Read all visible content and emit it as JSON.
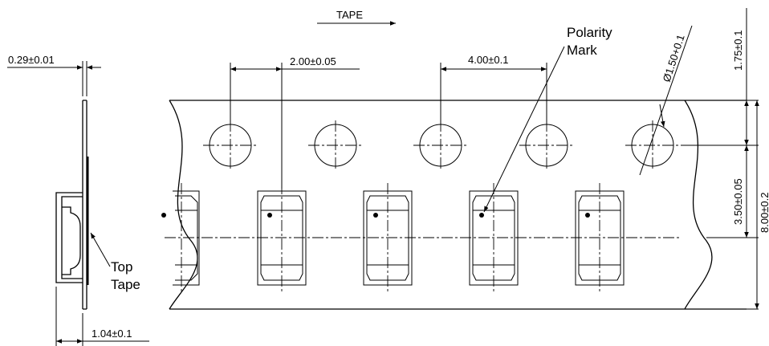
{
  "labels": {
    "direction": "TAPE",
    "polarity_line1": "Polarity",
    "polarity_line2": "Mark",
    "top_tape_line1": "Top",
    "top_tape_line2": "Tape"
  },
  "dimensions": {
    "tape_thickness": "0.29±0.01",
    "cavity_depth": "1.04±0.1",
    "pitch_sprocket_to_cavity": "2.00±0.05",
    "hole_pitch": "4.00±0.1",
    "hole_diameter": "Ø1.50+0.1",
    "edge_to_hole": "1.75±0.1",
    "hole_to_cavity": "3.50±0.05",
    "tape_width": "8.00±0.2"
  }
}
